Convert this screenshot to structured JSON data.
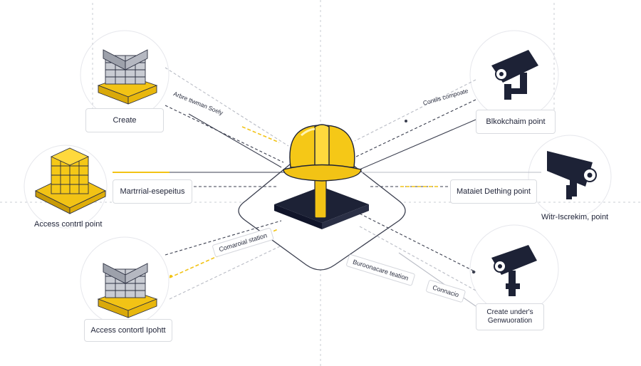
{
  "colors": {
    "accent": "#f2c315",
    "dark": "#1d2236",
    "line": "#3b3f4f",
    "grid": "#c9ccd3"
  },
  "center": {
    "name": "hard-hat-icon",
    "pedestal": "pedestal-icon"
  },
  "nodes": {
    "left_top": {
      "label": "Create",
      "icon": "block-stack-icon"
    },
    "left_mid": {
      "label": "Martrrial-esepeitus",
      "caption": "Access contrtl point",
      "icon": "yellow-cube-stack-icon"
    },
    "left_bottom": {
      "label": "Access contortl Ipohtt",
      "icon": "block-stack-icon"
    },
    "right_top": {
      "label": "Blkokchaim point",
      "icon": "security-camera-icon"
    },
    "right_mid": {
      "label": "Mataiet Dething point",
      "caption": "Witr-Iscrekim, point",
      "icon": "security-camera-icon"
    },
    "right_bottom": {
      "label": "Create under's Genwuoration",
      "icon": "security-camera-icon"
    }
  },
  "connectors": {
    "tl": "Arbre ttwman Soely",
    "tr": "Contils compoate",
    "bl": "Comaroial station",
    "br_top": "Buroonacare teation",
    "br_bottom": "Connacio"
  }
}
